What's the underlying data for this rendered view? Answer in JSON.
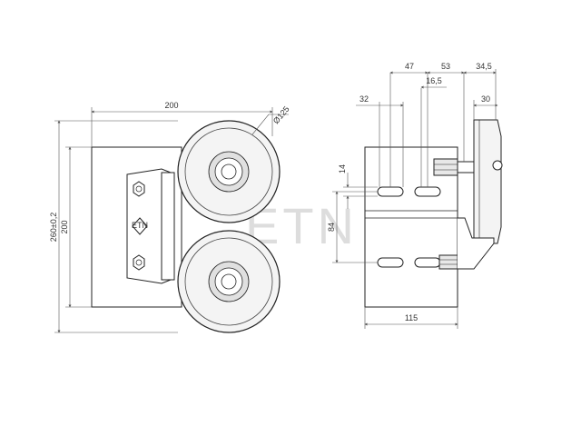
{
  "front_view": {
    "width_label": "200",
    "height_label": "200",
    "overall_height_label": "260±0,2",
    "wheel_diameter_label": "Ø125",
    "badge_label": "ETN"
  },
  "side_view": {
    "top_dims": [
      "47",
      "53",
      "34,5"
    ],
    "dim_16_5": "16,5",
    "dim_32": "32",
    "dim_30": "30",
    "dim_14": "14",
    "dim_84": "84",
    "bottom_dim": "115"
  },
  "watermark": "ETN",
  "colors": {
    "line": "#222222",
    "dim_line": "#555555",
    "wheel_fill": "#f4f4f4",
    "plate_fill": "#ffffff",
    "watermark": "#d9d9d9"
  }
}
